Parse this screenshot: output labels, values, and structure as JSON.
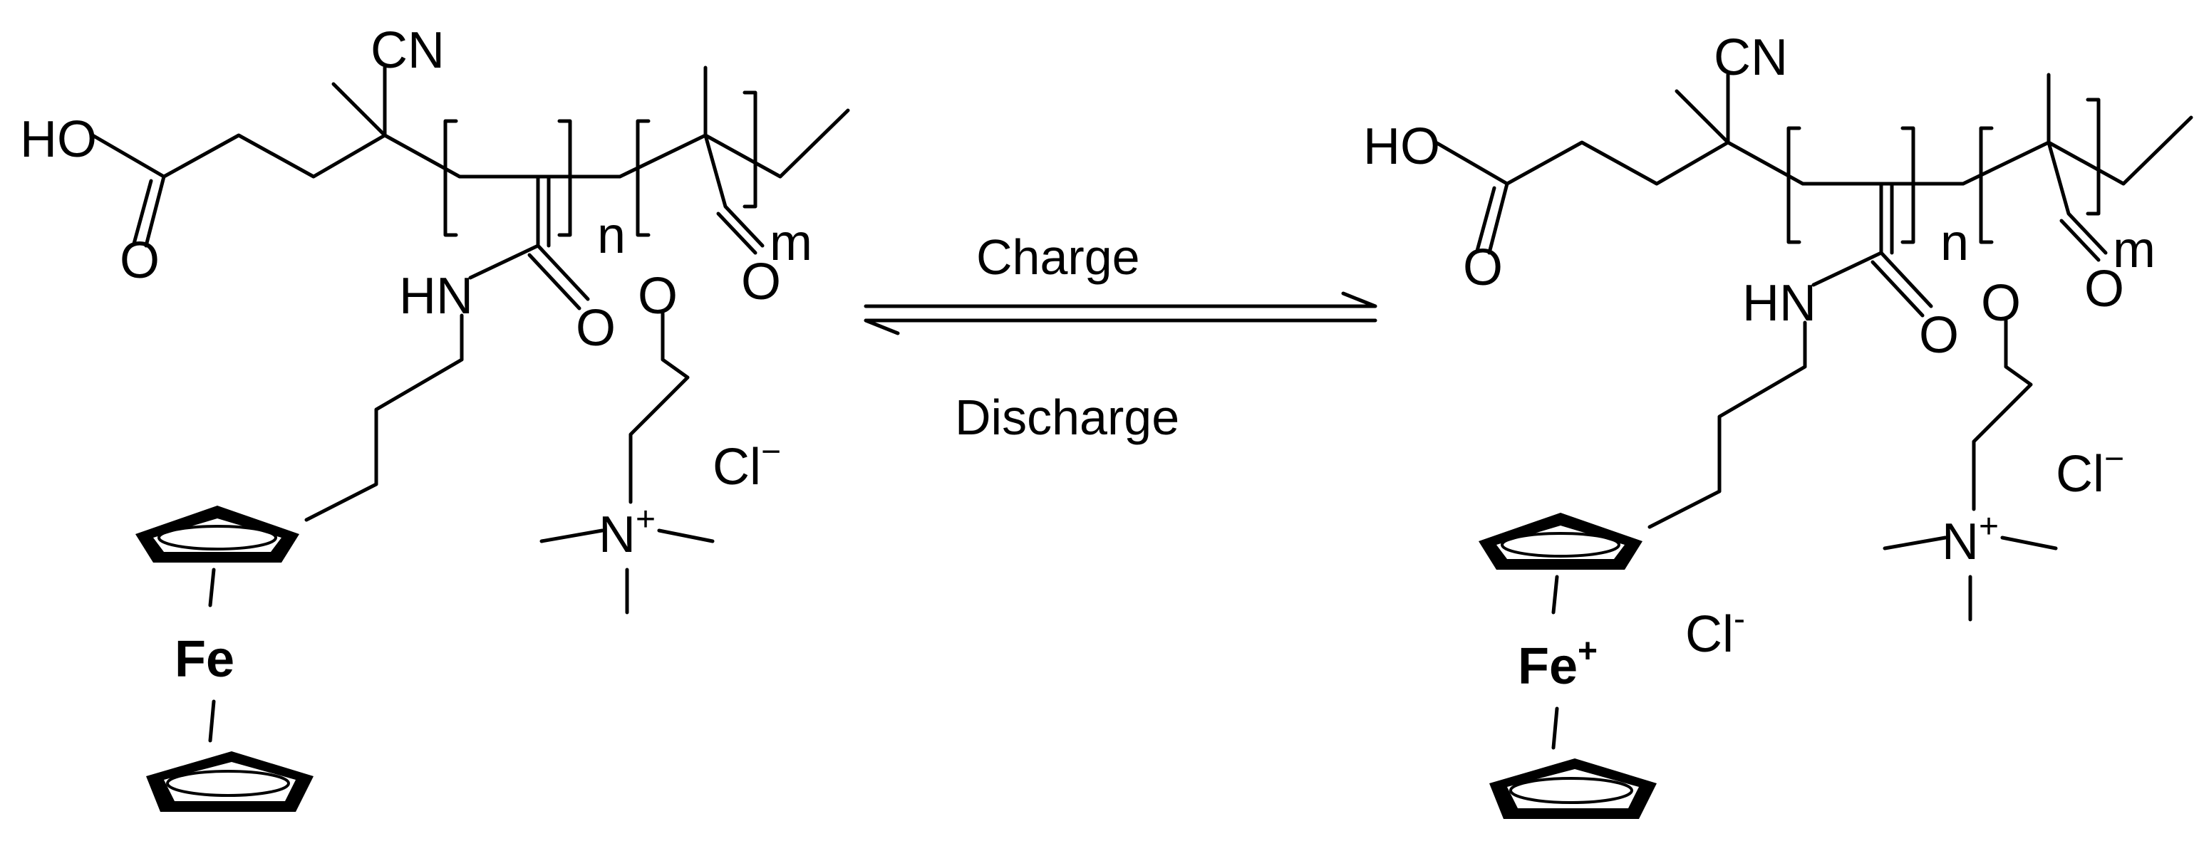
{
  "reaction": {
    "forward_label": "Charge",
    "reverse_label": "Discharge"
  },
  "left_structure": {
    "cn": "CN",
    "ho": "HO",
    "acid_o": "O",
    "hn": "HN",
    "amide_o": "O",
    "ester_o": "O",
    "ester_carbonyl_o": "O",
    "n": "n",
    "m": "m",
    "counter_ion": "Cl",
    "counter_ion_charge": "−",
    "ammonium_n": "N",
    "ammonium_charge": "+",
    "iron": "Fe"
  },
  "right_structure": {
    "cn": "CN",
    "ho": "HO",
    "acid_o": "O",
    "hn": "HN",
    "amide_o": "O",
    "ester_o": "O",
    "ester_carbonyl_o": "O",
    "n": "n",
    "m": "m",
    "counter_ion": "Cl",
    "counter_ion_charge": "−",
    "ammonium_n": "N",
    "ammonium_charge": "+",
    "iron": "Fe",
    "iron_charge": "+",
    "ferrocenium_counter_ion": "Cl",
    "ferrocenium_counter_ion_charge": "-"
  }
}
